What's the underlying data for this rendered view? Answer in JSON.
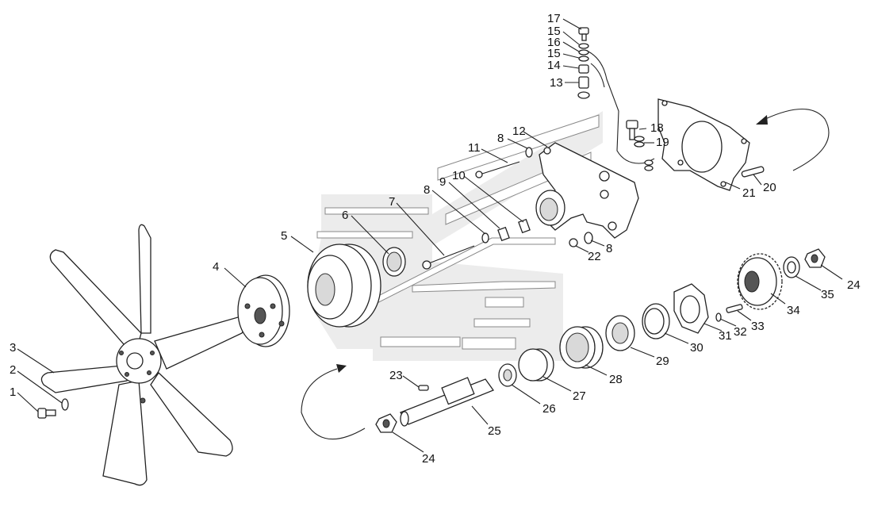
{
  "diagram": {
    "callouts": [
      {
        "id": "c1",
        "text": "1"
      },
      {
        "id": "c2",
        "text": "2"
      },
      {
        "id": "c3",
        "text": "3"
      },
      {
        "id": "c4",
        "text": "4"
      },
      {
        "id": "c5",
        "text": "5"
      },
      {
        "id": "c6",
        "text": "6"
      },
      {
        "id": "c7",
        "text": "7"
      },
      {
        "id": "c8a",
        "text": "8"
      },
      {
        "id": "c8b",
        "text": "8"
      },
      {
        "id": "c8c",
        "text": "8"
      },
      {
        "id": "c9",
        "text": "9"
      },
      {
        "id": "c10",
        "text": "10"
      },
      {
        "id": "c11",
        "text": "11"
      },
      {
        "id": "c12",
        "text": "12"
      },
      {
        "id": "c13",
        "text": "13"
      },
      {
        "id": "c14",
        "text": "14"
      },
      {
        "id": "c15a",
        "text": "15"
      },
      {
        "id": "c15b",
        "text": "15"
      },
      {
        "id": "c16",
        "text": "16"
      },
      {
        "id": "c17",
        "text": "17"
      },
      {
        "id": "c18",
        "text": "18"
      },
      {
        "id": "c19",
        "text": "19"
      },
      {
        "id": "c20",
        "text": "20"
      },
      {
        "id": "c21",
        "text": "21"
      },
      {
        "id": "c22",
        "text": "22"
      },
      {
        "id": "c23",
        "text": "23"
      },
      {
        "id": "c24a",
        "text": "24"
      },
      {
        "id": "c24b",
        "text": "24"
      },
      {
        "id": "c25",
        "text": "25"
      },
      {
        "id": "c26",
        "text": "26"
      },
      {
        "id": "c27",
        "text": "27"
      },
      {
        "id": "c28",
        "text": "28"
      },
      {
        "id": "c29",
        "text": "29"
      },
      {
        "id": "c30",
        "text": "30"
      },
      {
        "id": "c31",
        "text": "31"
      },
      {
        "id": "c32",
        "text": "32"
      },
      {
        "id": "c33",
        "text": "33"
      },
      {
        "id": "c34",
        "text": "34"
      },
      {
        "id": "c35",
        "text": "35"
      }
    ]
  }
}
